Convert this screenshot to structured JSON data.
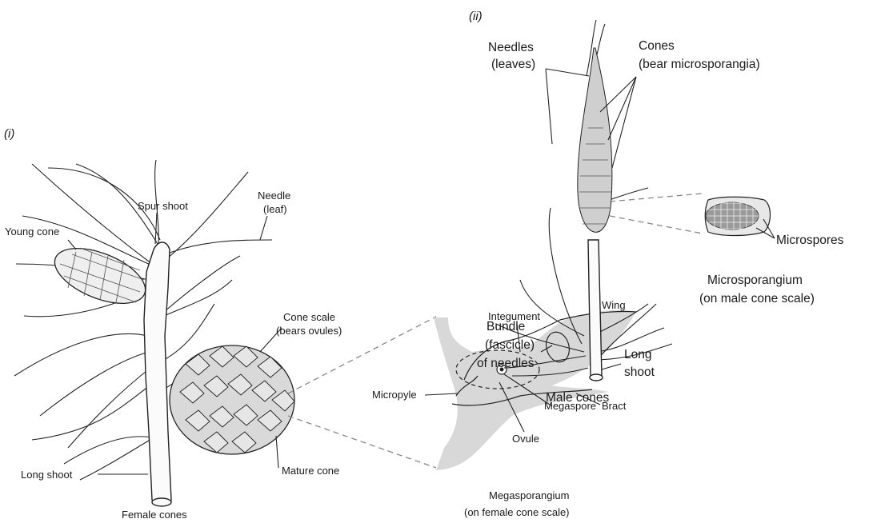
{
  "panel_i": {
    "marker": "(i)",
    "caption": "Female cones",
    "labels": {
      "young_cone": "Young cone",
      "spur_shoot": "Spur shoot",
      "needle_line1": "Needle",
      "needle_line2": "(leaf)",
      "cone_scale_line1": "Cone scale",
      "cone_scale_line2": "(bears ovules)",
      "long_shoot": "Long shoot",
      "mature_cone": "Mature cone"
    }
  },
  "megasporangium": {
    "caption_line1": "Megasporangium",
    "caption_line2": "(on female cone scale)",
    "labels": {
      "wing": "Wing",
      "integument": "Integument",
      "micropyle": "Micropyle",
      "megaspore": "Megaspore",
      "bract": "Bract",
      "ovule": "Ovule"
    }
  },
  "panel_ii": {
    "marker": "(ii)",
    "caption": "Male cones",
    "labels": {
      "needles_line1": "Needles",
      "needles_line2": "(leaves)",
      "cones_line1": "Cones",
      "cones_line2": "(bear microsporangia)",
      "bundle_line1": "Bundle",
      "bundle_line2": "(fascicle)",
      "bundle_line3": "of needles",
      "long_shoot_line1": "Long",
      "long_shoot_line2": "shoot"
    }
  },
  "microsporangium": {
    "caption_line1": "Microsporangium",
    "caption_line2": "(on male cone scale)",
    "labels": {
      "microspores": "Microspores"
    }
  }
}
